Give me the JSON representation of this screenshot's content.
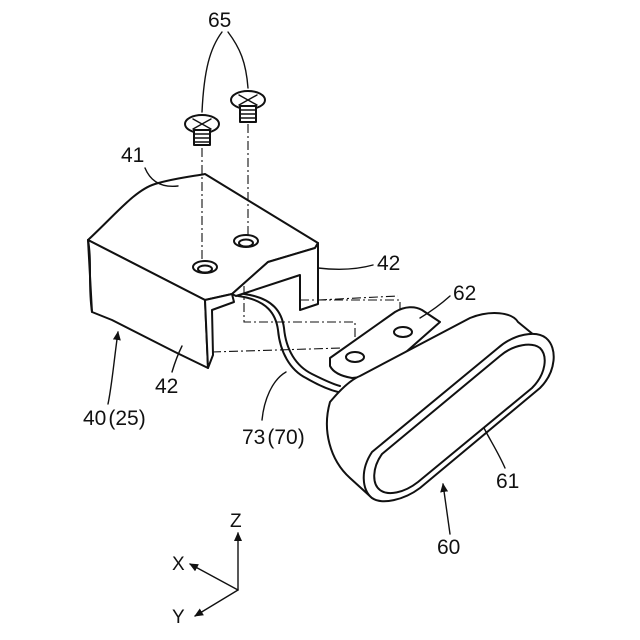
{
  "labels": {
    "screws": "65",
    "bracket_top": "41",
    "bracket_side_right": "42",
    "bracket_side_left": "42",
    "housing": "40",
    "housing_paren": "(25)",
    "cable": "73",
    "cable_paren": "(70)",
    "unit_mount": "62",
    "unit_face": "61",
    "unit": "60"
  },
  "axes": {
    "z": "Z",
    "x": "X",
    "y": "Y"
  }
}
